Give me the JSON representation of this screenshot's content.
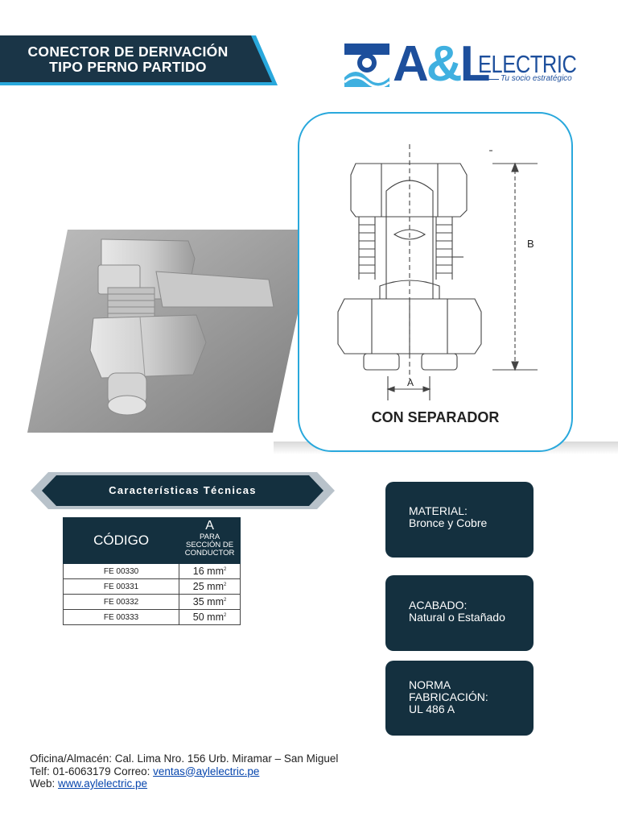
{
  "header": {
    "title_line1": "CONECTOR DE DERIVACIÓN",
    "title_line2": "TIPO PERNO PARTIDO"
  },
  "logo": {
    "mark_letters": "A",
    "amp": "&",
    "mark_letter_end": "L",
    "word": "ELECTRIC",
    "tagline": "Tu socio estratégico",
    "colors": {
      "primary": "#1d4f9c",
      "accent": "#3fb0e0"
    }
  },
  "diagram": {
    "label_b": "B",
    "label_a": "A",
    "caption": "CON SEPARADOR",
    "border_color": "#29a8dc"
  },
  "section": {
    "title": "Características  Técnicas"
  },
  "table": {
    "code_header": "CÓDIGO",
    "a_header": "A",
    "a_sub1": "PARA",
    "a_sub2": "SECCIÓN DE",
    "a_sub3": "CONDUCTOR",
    "unit": "mm",
    "unit_sup": "2",
    "rows": [
      {
        "code": "FE 00330",
        "size": "16"
      },
      {
        "code": "FE 00331",
        "size": "25"
      },
      {
        "code": "FE 00332",
        "size": "35"
      },
      {
        "code": "FE 00333",
        "size": "50"
      }
    ]
  },
  "cards": {
    "material_title": "MATERIAL:",
    "material_value": "Bronce y Cobre",
    "acabado_title": "ACABADO:",
    "acabado_value": "Natural o Estañado",
    "norma_title1": "NORMA",
    "norma_title2": "FABRICACIÓN:",
    "norma_value": "UL 486 A"
  },
  "footer": {
    "address": "Oficina/Almacén: Cal. Lima Nro. 156 Urb. Miramar – San Miguel",
    "phone_prefix": "Telf: 01-6063179 Correo: ",
    "email": "ventas@aylelectric.pe",
    "web_prefix": "Web: ",
    "web": "www.aylelectric.pe"
  },
  "colors": {
    "navy": "#14303f",
    "blue": "#29a8dc"
  }
}
